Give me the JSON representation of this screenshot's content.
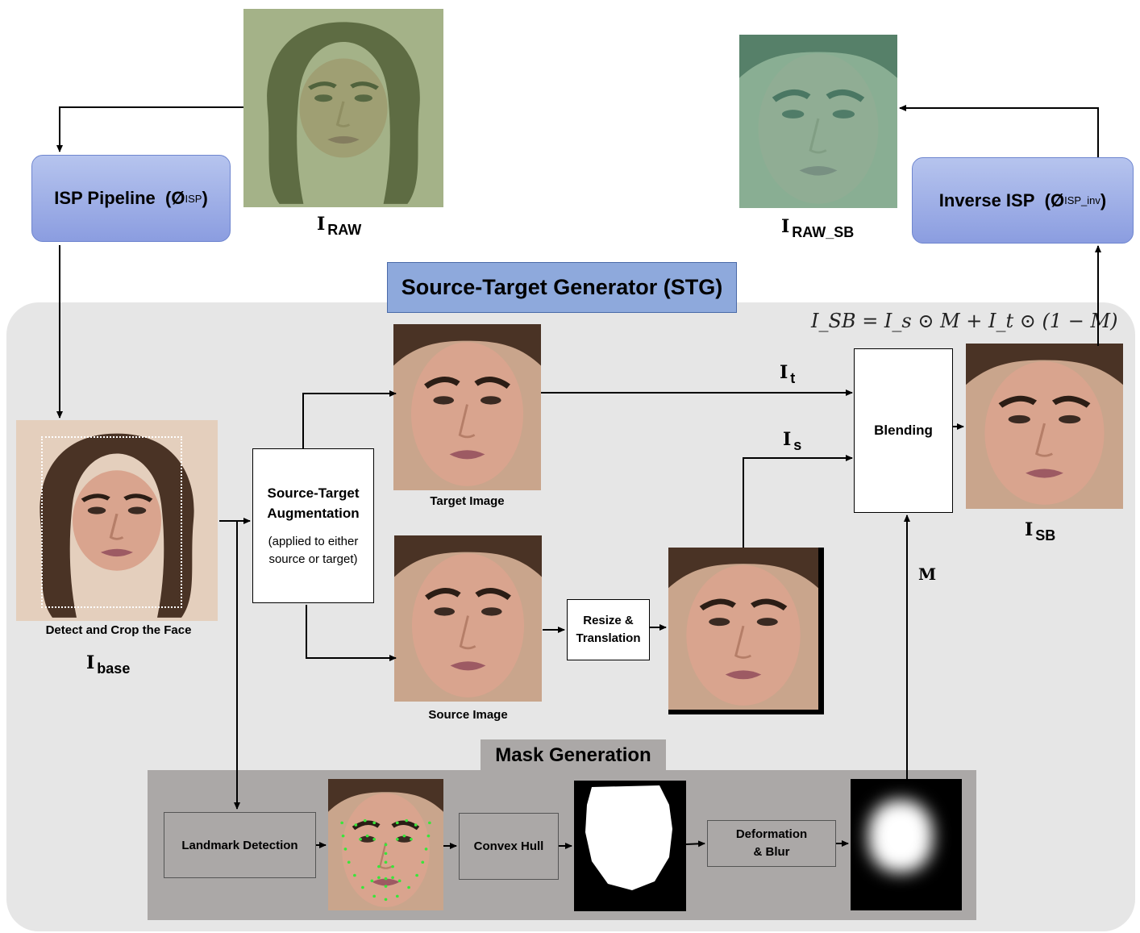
{
  "isp_pipeline": {
    "label": "ISP Pipeline",
    "symbol": "(Ø",
    "sub": "ISP",
    "close": ")"
  },
  "inverse_isp": {
    "label": "Inverse ISP",
    "symbol": "(Ø",
    "sub": "ISP_inv",
    "close": ")"
  },
  "stg_title": "Source-Target Generator (STG)",
  "mask_generation_title": "Mask Generation",
  "formula": "I_SB = I_s ⊙ M + I_t ⊙ (1 − M)",
  "labels": {
    "raw": {
      "main": "I",
      "sub": "RAW"
    },
    "raw_sb": {
      "main": "I",
      "sub": "RAW_SB"
    },
    "base": {
      "main": "I",
      "sub": "base"
    },
    "sb": {
      "main": "I",
      "sub": "SB"
    },
    "it": {
      "main": "I",
      "sub": "t"
    },
    "is": {
      "main": "I",
      "sub": "s"
    },
    "m": "M"
  },
  "captions": {
    "detect_crop": "Detect and Crop the Face",
    "target_image": "Target Image",
    "source_image": "Source Image"
  },
  "boxes": {
    "augmentation_title_1": "Source-Target",
    "augmentation_title_2": "Augmentation",
    "augmentation_note_1": "(applied to either",
    "augmentation_note_2": "source or target)",
    "resize_1": "Resize &",
    "resize_2": "Translation",
    "blending": "Blending",
    "landmark": "Landmark Detection",
    "convex_hull": "Convex Hull",
    "deform_1": "Deformation",
    "deform_2": "& Blur"
  },
  "colors": {
    "raw_tint": "#6f9a5c",
    "raw_sb_tint": "#5fb497",
    "stg_background": "#e6e6e6",
    "mask_background": "#aba8a7",
    "title_blue": "#8ea9dc",
    "skin": "#d9a48e",
    "hair": "#4a3325",
    "lips": "#9d5a63",
    "landmark_dots": "#39e639"
  }
}
